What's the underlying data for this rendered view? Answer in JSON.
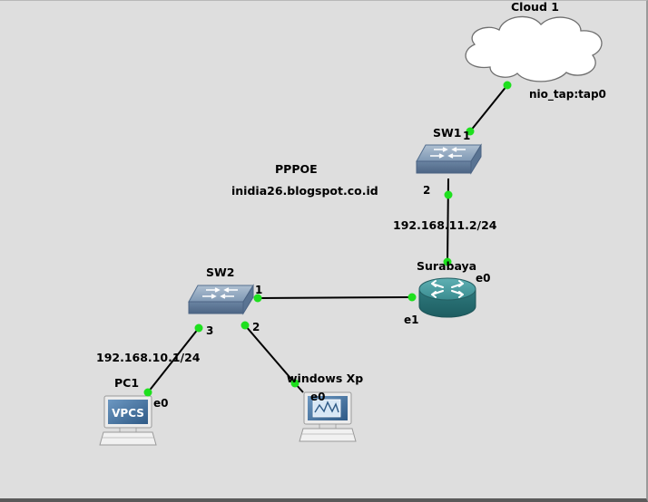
{
  "nodes": {
    "cloud1": "Cloud 1",
    "sw1": "SW1",
    "sw2": "SW2",
    "surabaya": "Surabaya",
    "pc1": "PC1",
    "winxp": "windows Xp"
  },
  "annotations": {
    "pppoe": "PPPOE",
    "blog": "inidia26.blogspot.co.id",
    "surabaya_ip": "192.168.11.2/24",
    "pc_ip": "192.168.10.1/24"
  },
  "ports": {
    "cloud_tap": "nio_tap:tap0",
    "sw1_p1": "1",
    "sw1_p2": "2",
    "surabaya_e0": "e0",
    "surabaya_e1": "e1",
    "sw2_p1": "1",
    "sw2_p2": "2",
    "sw2_p3": "3",
    "pc1_e0": "e0",
    "winxp_e0": "e0"
  },
  "icons": {
    "vpcs_text": "VPCS"
  },
  "colors": {
    "link": "#000000",
    "port_dot": "#1ee01e",
    "background": "#dedede",
    "switch": "#7d97b3",
    "router": "#3c8f93",
    "monitor_screen": "#3f6d9a"
  }
}
